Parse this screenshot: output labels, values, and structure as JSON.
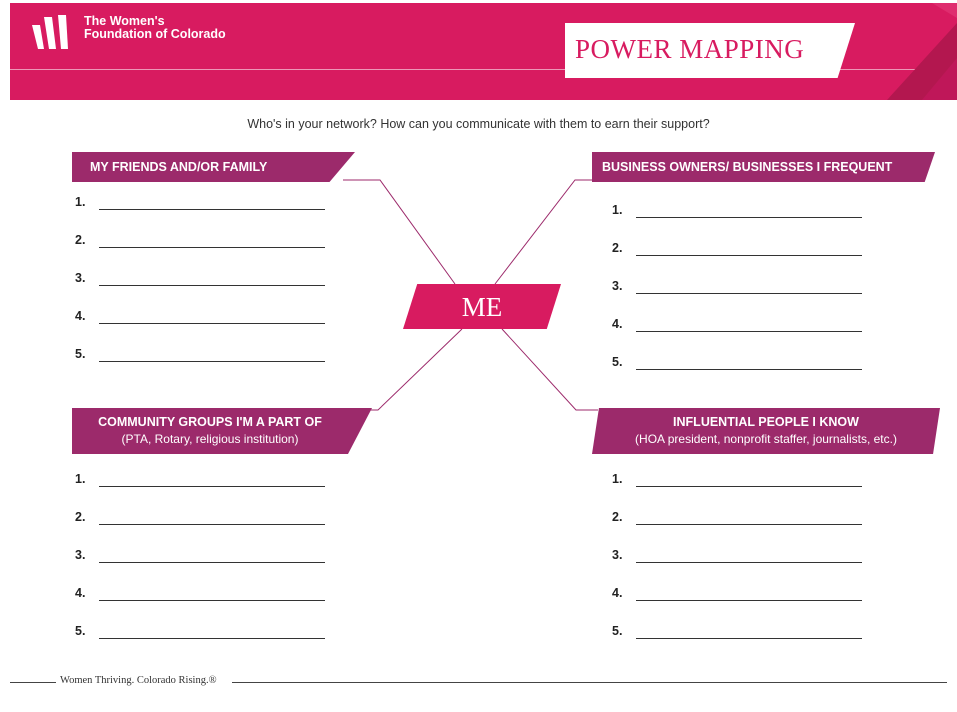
{
  "header": {
    "org_line1": "The Women's",
    "org_line2": "Foundation of Colorado",
    "title": "POWER MAPPING",
    "brand_color": "#d81b60",
    "accent_color": "#9c2a6b"
  },
  "subtitle": "Who's in your network? How can you communicate with them to earn their support?",
  "center_label": "ME",
  "sections": {
    "friends": {
      "title": "MY FRIENDS AND/OR FAMILY",
      "items": [
        "1.",
        "2.",
        "3.",
        "4.",
        "5."
      ]
    },
    "business": {
      "title": "BUSINESS OWNERS/ BUSINESSES I FREQUENT",
      "items": [
        "1.",
        "2.",
        "3.",
        "4.",
        "5."
      ]
    },
    "community": {
      "title": "COMMUNITY GROUPS I'M A PART OF",
      "subtitle": "(PTA, Rotary, religious institution)",
      "items": [
        "1.",
        "2.",
        "3.",
        "4.",
        "5."
      ]
    },
    "influential": {
      "title": "INFLUENTIAL PEOPLE I KNOW",
      "subtitle": "(HOA president, nonprofit staffer, journalists, etc.)",
      "items": [
        "1.",
        "2.",
        "3.",
        "4.",
        "5."
      ]
    }
  },
  "footer": {
    "tagline": "Women Thriving. Colorado Rising.®"
  }
}
